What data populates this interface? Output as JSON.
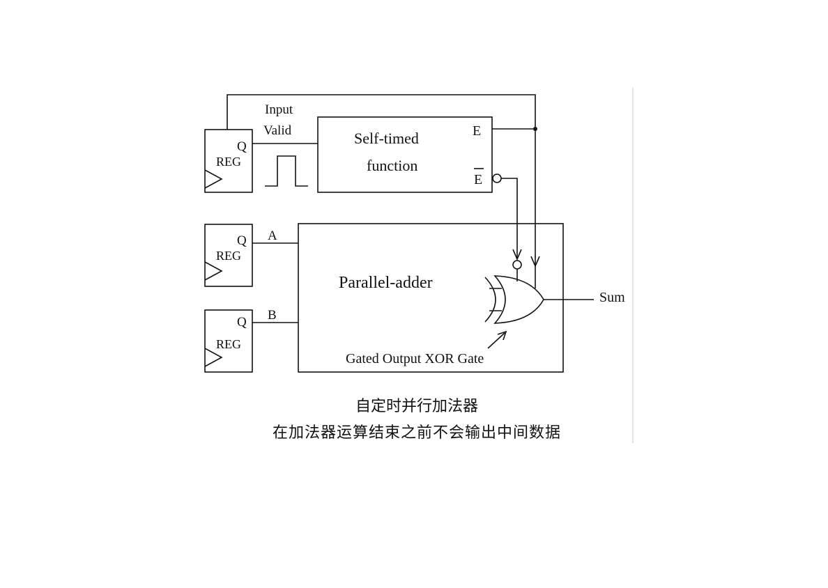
{
  "diagram": {
    "registers": [
      {
        "q_label": "Q",
        "name": "REG"
      },
      {
        "q_label": "Q",
        "name": "REG"
      },
      {
        "q_label": "Q",
        "name": "REG"
      }
    ],
    "input_valid_line1": "Input",
    "input_valid_line2": "Valid",
    "self_timed_line1": "Self-timed",
    "self_timed_line2": "function",
    "enable_label": "E",
    "enable_bar_label": "E",
    "signal_a": "A",
    "signal_b": "B",
    "adder_label": "Parallel-adder",
    "output_label": "Sum",
    "gate_label": "Gated Output XOR Gate"
  },
  "caption": {
    "line1": "自定时并行加法器",
    "line2": "在加法器运算结束之前不会输出中间数据"
  }
}
